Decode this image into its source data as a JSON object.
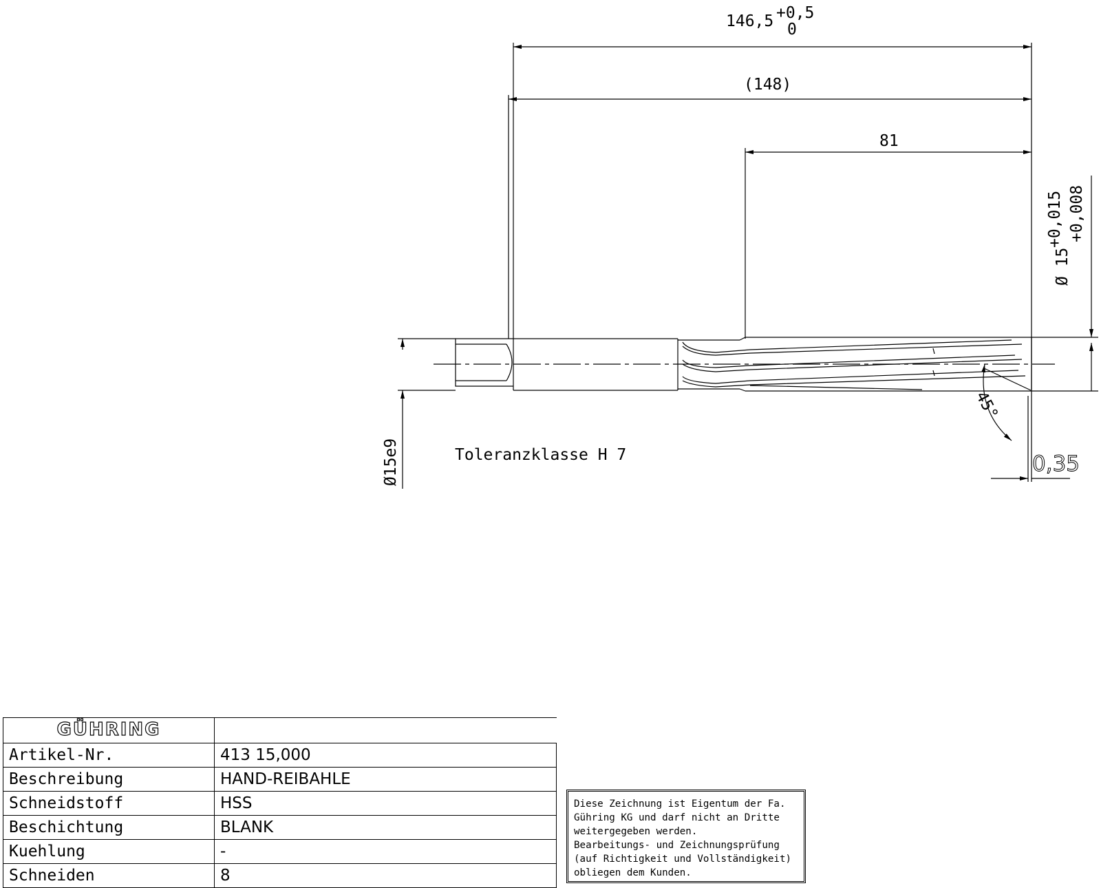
{
  "drawing": {
    "dim_overall": "146,5",
    "dim_overall_tol_upper": "+0,5",
    "dim_overall_tol_lower": "0",
    "dim_reference": "(148)",
    "dim_flute_length": "81",
    "dim_diameter_nominal": "Ø 15",
    "dim_diameter_tol_upper": "+0,015",
    "dim_diameter_tol_lower": "+0,008",
    "dim_shank_diameter": "Ø15e9",
    "angle": "45°",
    "dim_chamfer": "0,35",
    "tolerance_class": "Toleranzklasse H 7"
  },
  "titleblock": {
    "logo": "GÜHRING",
    "rows": [
      {
        "label": "Artikel-Nr.",
        "value": "413 15,000"
      },
      {
        "label": "Beschreibung",
        "value": "HAND-REIBAHLE"
      },
      {
        "label": "Schneidstoff",
        "value": "HSS"
      },
      {
        "label": "Beschichtung",
        "value": "BLANK"
      },
      {
        "label": "Kuehlung",
        "value": "-"
      },
      {
        "label": "Schneiden",
        "value": "8"
      }
    ]
  },
  "notice": "Diese Zeichnung ist Eigentum der Fa.\nGühring KG und darf nicht an Dritte\nweitergegeben werden.\nBearbeitungs- und Zeichnungsprüfung\n(auf Richtigkeit und Vollständigkeit)\nobliegen dem Kunden."
}
